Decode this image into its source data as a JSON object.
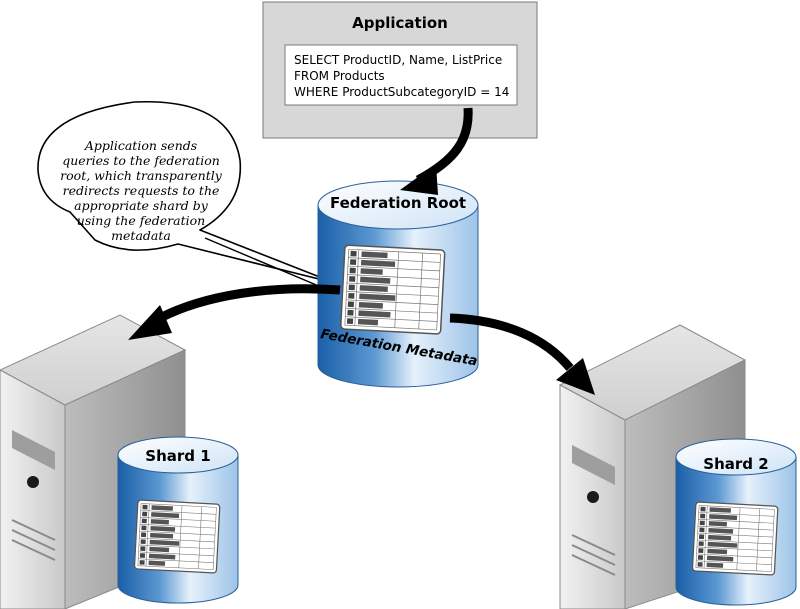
{
  "application": {
    "title": "Application",
    "query_lines": [
      "SELECT ProductID, Name, ListPrice",
      "FROM Products",
      "WHERE ProductSubcategoryID = 14"
    ]
  },
  "callout": {
    "lines": [
      "Application sends",
      "queries to the federation",
      "root, which transparently",
      "redirects requests to the",
      "appropriate shard by",
      "using the federation",
      "metadata"
    ]
  },
  "federation_root": {
    "title": "Federation Root",
    "metadata_label": "Federation Metadata"
  },
  "shards": [
    {
      "title": "Shard 1"
    },
    {
      "title": "Shard 2"
    }
  ],
  "colors": {
    "db_blue_dark": "#1a5fa8",
    "db_blue_light": "#e6f1fb",
    "server_gray": "#d9d9d9",
    "app_box_fill": "#d7d7d7"
  }
}
